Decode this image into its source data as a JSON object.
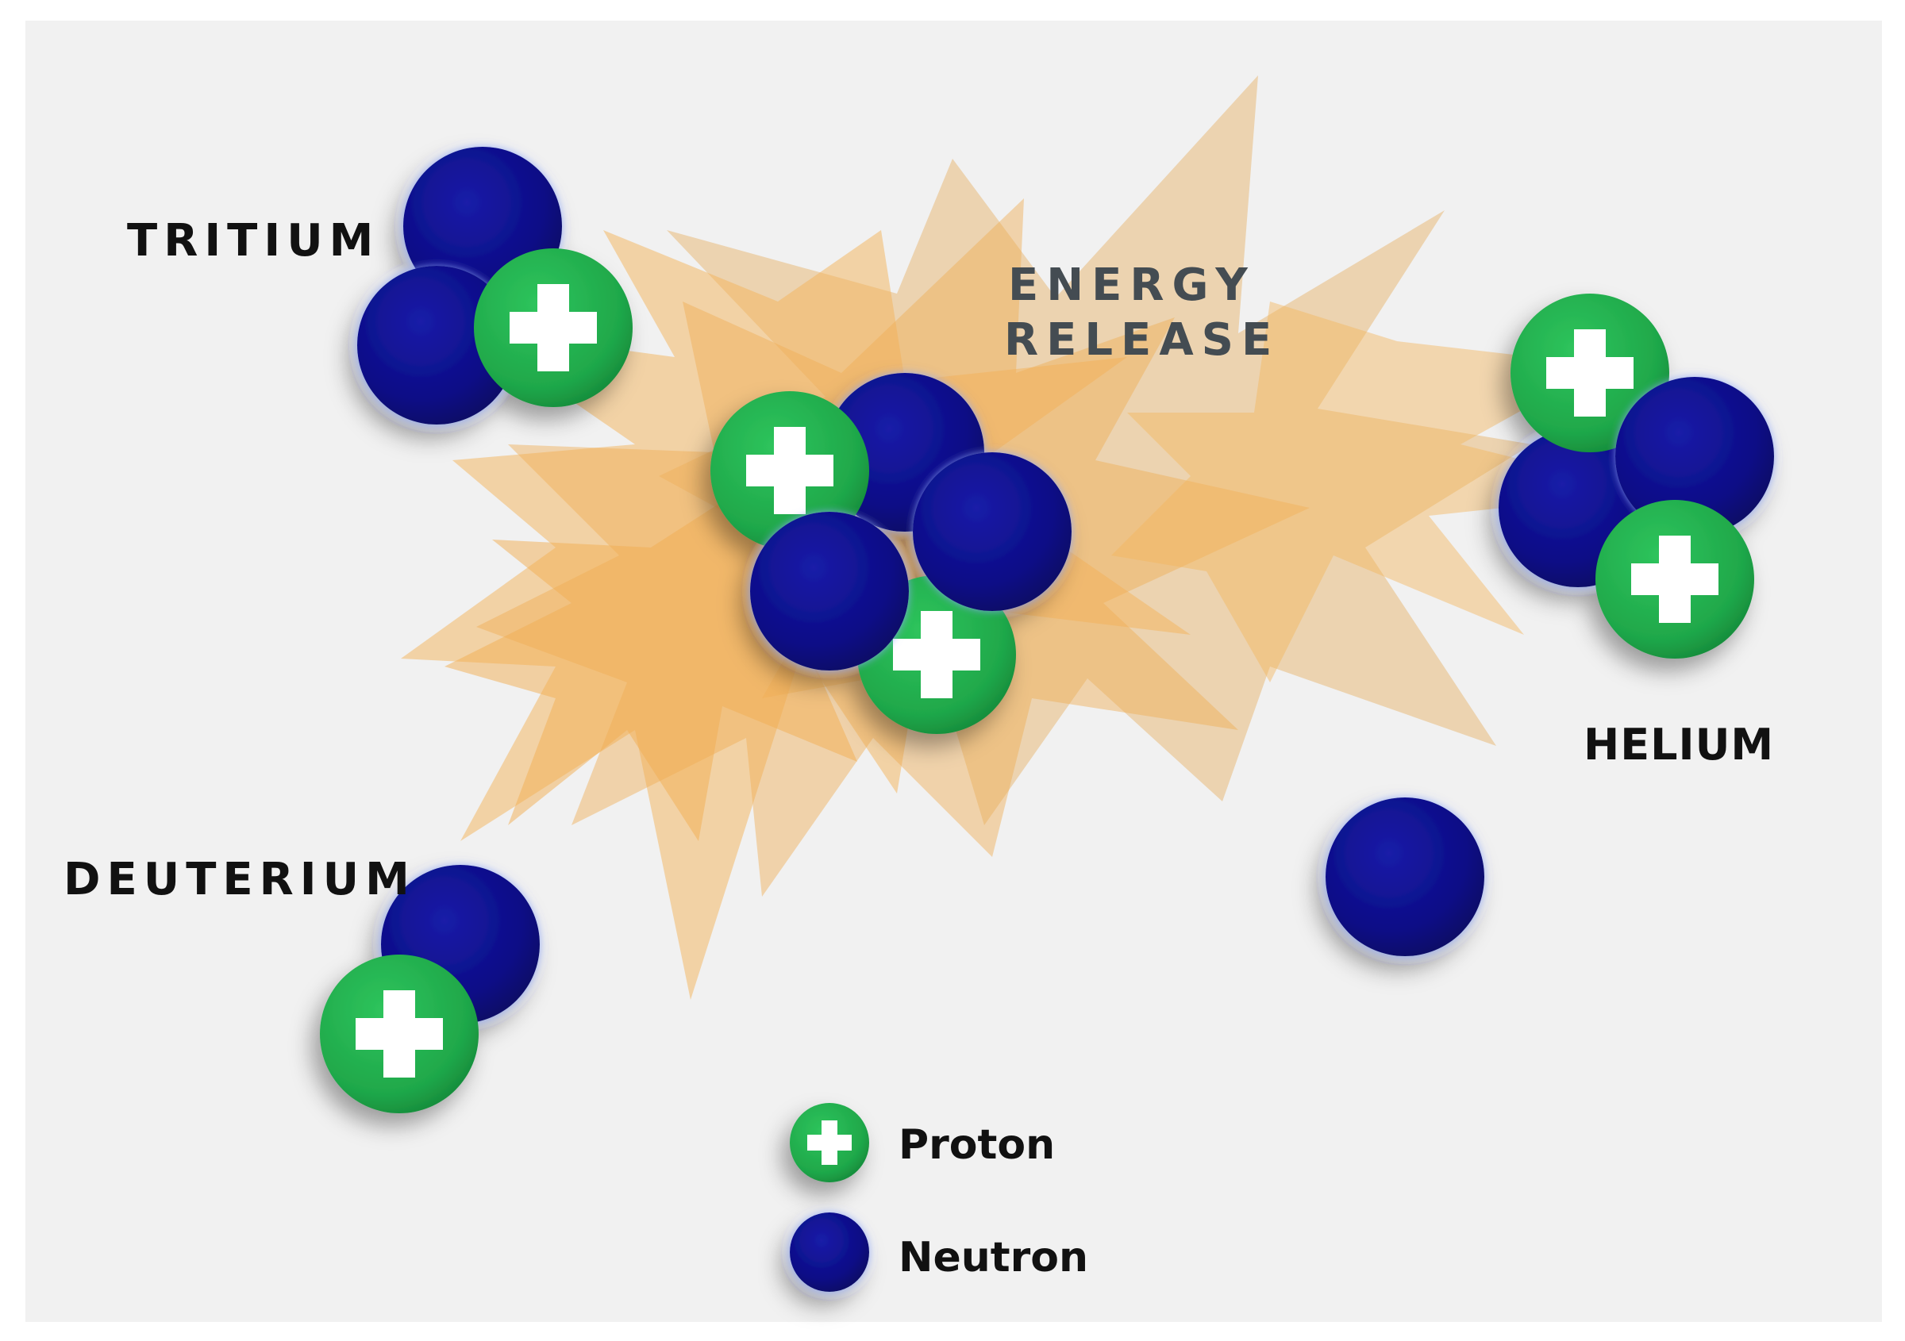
{
  "labels": {
    "tritium": "TRITIUM",
    "deuterium": "DEUTERIUM",
    "energy_line1": "ENERGY",
    "energy_line2": "RELEASE",
    "helium": "HELIUM"
  },
  "legend": {
    "proton": "Proton",
    "neutron": "Neutron"
  },
  "colors": {
    "background": "#f1f1f1",
    "proton_fill": "#1fa84a",
    "proton_cross": "#ffffff",
    "neutron_fill": "#0c0e8a",
    "burst": "#f3b35a",
    "label_dark": "#111111",
    "energy_text": "#444c52"
  },
  "icons": {
    "proton": "plus-cross-circle-icon",
    "neutron": "solid-circle-icon"
  }
}
